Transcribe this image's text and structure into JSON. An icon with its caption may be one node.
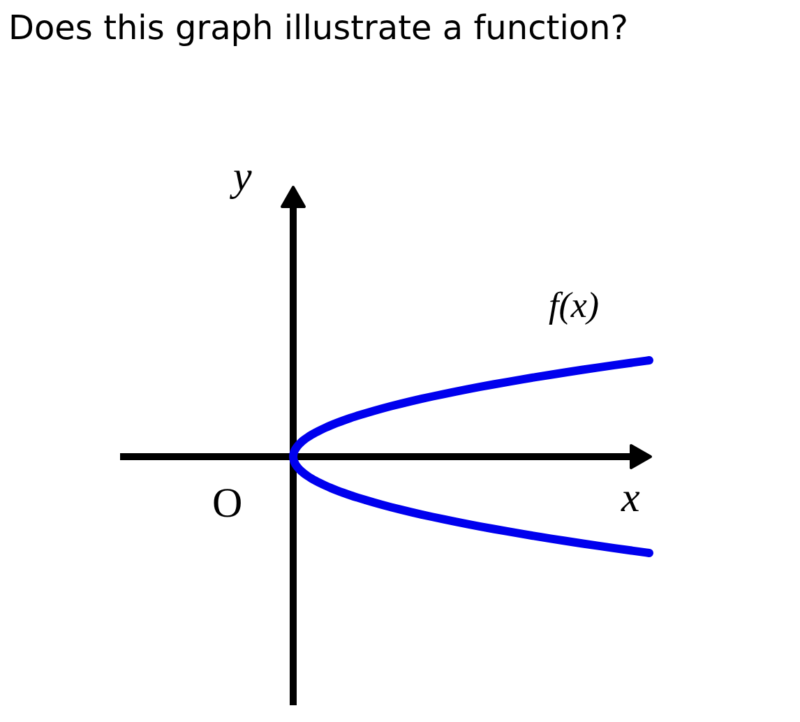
{
  "diagram": {
    "title": "Does this graph illustrate a function?",
    "labels": [
      "y",
      "f(x)",
      "O",
      "x"
    ]
  }
}
